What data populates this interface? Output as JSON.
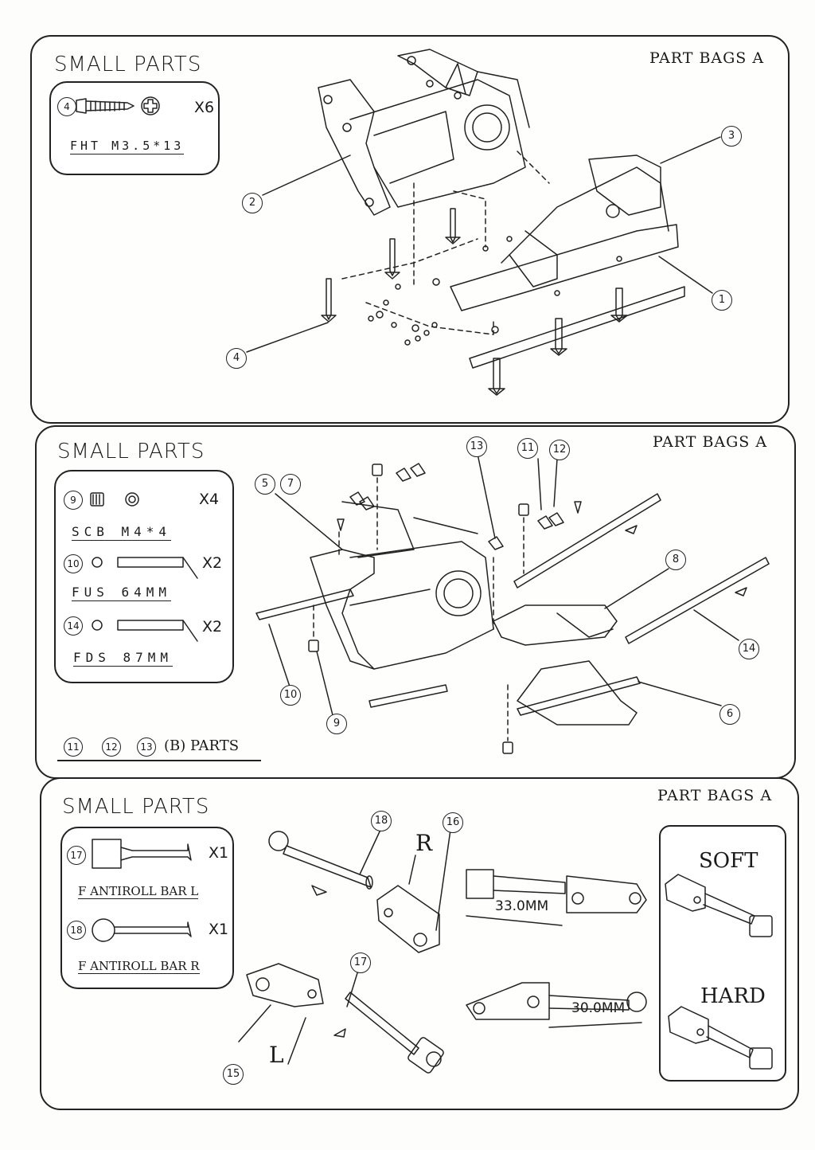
{
  "panel1": {
    "title": "SMALL PARTS",
    "bags": "PART BAGS A",
    "parts": [
      {
        "num": "4",
        "qty": "X6",
        "caption": "FHT M3.5*13"
      }
    ],
    "callouts": [
      "1",
      "2",
      "3",
      "4"
    ]
  },
  "panel2": {
    "title": "SMALL PARTS",
    "bags": "PART BAGS A",
    "parts": [
      {
        "num": "9",
        "qty": "X4",
        "caption": "SCB M4*4"
      },
      {
        "num": "10",
        "qty": "X2",
        "caption": "FUS 64MM"
      },
      {
        "num": "14",
        "qty": "X2",
        "caption": "FDS 87MM"
      }
    ],
    "b_parts": {
      "nums": [
        "11",
        "12",
        "13"
      ],
      "text": "(B) PARTS"
    },
    "callouts": [
      "5",
      "7",
      "13",
      "11",
      "12",
      "8",
      "14",
      "10",
      "9",
      "6"
    ]
  },
  "panel3": {
    "title": "SMALL PARTS",
    "bags": "PART BAGS A",
    "parts": [
      {
        "num": "17",
        "qty": "X1",
        "caption": "F ANTIROLL BAR L"
      },
      {
        "num": "18",
        "qty": "X1",
        "caption": "F ANTIROLL BAR R"
      }
    ],
    "callouts": [
      "18",
      "16",
      "17",
      "15"
    ],
    "side_r": "R",
    "side_l": "L",
    "dim_top": "33.0MM",
    "dim_bottom": "30.0MM",
    "soft": "SOFT",
    "hard": "HARD"
  }
}
